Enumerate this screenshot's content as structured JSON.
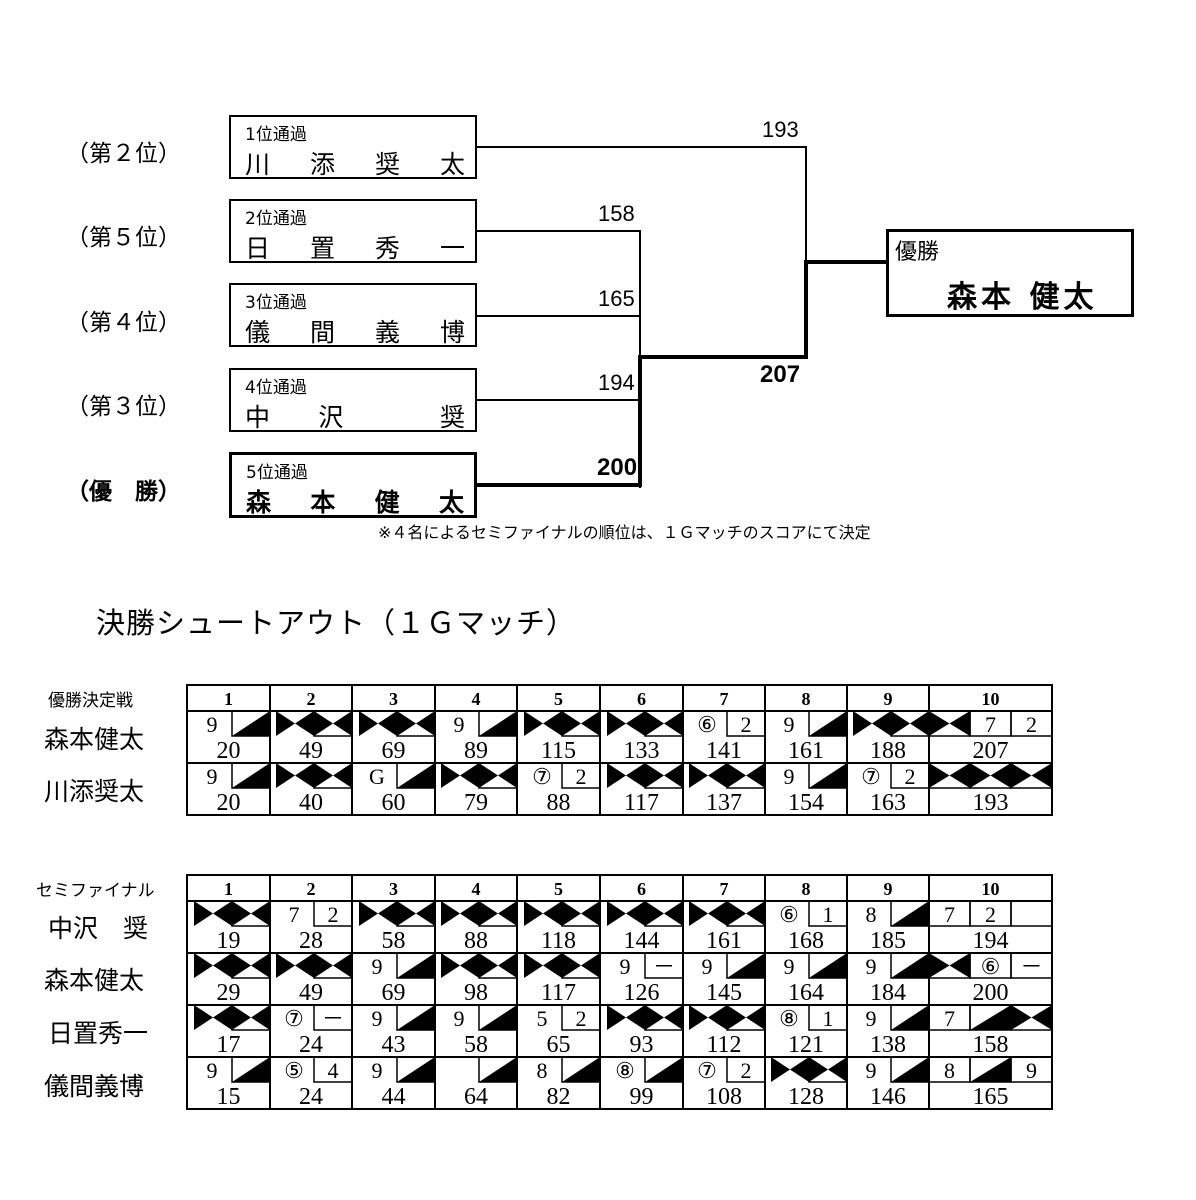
{
  "bracket": {
    "entries": [
      {
        "rank_label": "（第２位）",
        "qualifier": "1位通過",
        "name": [
          "川",
          "添",
          "奨",
          "太"
        ],
        "score": "193",
        "winner": false
      },
      {
        "rank_label": "（第５位）",
        "qualifier": "2位通過",
        "name": [
          "日",
          "置",
          "秀",
          "一"
        ],
        "score": "158",
        "winner": false
      },
      {
        "rank_label": "（第４位）",
        "qualifier": "3位通過",
        "name": [
          "儀",
          "間",
          "義",
          "博"
        ],
        "score": "165",
        "winner": false
      },
      {
        "rank_label": "（第３位）",
        "qualifier": "4位通過",
        "name": [
          "中",
          "沢",
          "",
          "奨"
        ],
        "score": "194",
        "winner": false
      },
      {
        "rank_label": "（優　勝）",
        "qualifier": "5位通過",
        "name": [
          "森",
          "本",
          "健",
          "太"
        ],
        "score": "200",
        "winner": true
      }
    ],
    "final_score": "207",
    "champion_label": "優勝",
    "champion_name": "森本 健太",
    "note": "※４名によるセミファイナルの順位は、１Ｇマッチのスコアにて決定"
  },
  "section_title": "決勝シュートアウト（１Ｇマッチ）",
  "games": [
    {
      "title": "優勝決定戦",
      "frame_numbers": [
        "1",
        "2",
        "3",
        "4",
        "5",
        "6",
        "7",
        "8",
        "9",
        "10"
      ],
      "players": [
        {
          "name": "森本健太",
          "frames": [
            {
              "b": [
                "9",
                "/"
              ],
              "t": "20"
            },
            {
              "b": [
                "",
                "X"
              ],
              "t": "49"
            },
            {
              "b": [
                "",
                "X"
              ],
              "t": "69"
            },
            {
              "b": [
                "9",
                "/"
              ],
              "t": "89"
            },
            {
              "b": [
                "",
                "X"
              ],
              "t": "115"
            },
            {
              "b": [
                "",
                "X"
              ],
              "t": "133"
            },
            {
              "b": [
                "⑥",
                "2"
              ],
              "t": "141"
            },
            {
              "b": [
                "9",
                "/"
              ],
              "t": "161"
            },
            {
              "b": [
                "",
                "X"
              ],
              "t": "188"
            },
            {
              "b": [
                "X",
                "7",
                "2"
              ],
              "t": "207"
            }
          ]
        },
        {
          "name": "川添奨太",
          "frames": [
            {
              "b": [
                "9",
                "/"
              ],
              "t": "20"
            },
            {
              "b": [
                "",
                "X"
              ],
              "t": "40"
            },
            {
              "b": [
                "G",
                "/"
              ],
              "t": "60"
            },
            {
              "b": [
                "",
                "X"
              ],
              "t": "79"
            },
            {
              "b": [
                "⑦",
                "2"
              ],
              "t": "88"
            },
            {
              "b": [
                "",
                "X"
              ],
              "t": "117"
            },
            {
              "b": [
                "",
                "X"
              ],
              "t": "137"
            },
            {
              "b": [
                "9",
                "/"
              ],
              "t": "154"
            },
            {
              "b": [
                "⑦",
                "2"
              ],
              "t": "163"
            },
            {
              "b": [
                "X",
                "X",
                "X"
              ],
              "t": "193"
            }
          ]
        }
      ]
    },
    {
      "title": "セミファイナル",
      "frame_numbers": [
        "1",
        "2",
        "3",
        "4",
        "5",
        "6",
        "7",
        "8",
        "9",
        "10"
      ],
      "players": [
        {
          "name": "中沢　奨",
          "frames": [
            {
              "b": [
                "",
                "X"
              ],
              "t": "19"
            },
            {
              "b": [
                "7",
                "2"
              ],
              "t": "28"
            },
            {
              "b": [
                "",
                "X"
              ],
              "t": "58"
            },
            {
              "b": [
                "",
                "X"
              ],
              "t": "88"
            },
            {
              "b": [
                "",
                "X"
              ],
              "t": "118"
            },
            {
              "b": [
                "",
                "X"
              ],
              "t": "144"
            },
            {
              "b": [
                "",
                "X"
              ],
              "t": "161"
            },
            {
              "b": [
                "⑥",
                "1"
              ],
              "t": "168"
            },
            {
              "b": [
                "8",
                "/"
              ],
              "t": "185"
            },
            {
              "b": [
                "7",
                "2",
                ""
              ],
              "t": "194"
            }
          ]
        },
        {
          "name": "森本健太",
          "frames": [
            {
              "b": [
                "",
                "X"
              ],
              "t": "29"
            },
            {
              "b": [
                "",
                "X"
              ],
              "t": "49"
            },
            {
              "b": [
                "9",
                "/"
              ],
              "t": "69"
            },
            {
              "b": [
                "",
                "X"
              ],
              "t": "98"
            },
            {
              "b": [
                "",
                "X"
              ],
              "t": "117"
            },
            {
              "b": [
                "9",
                "－"
              ],
              "t": "126"
            },
            {
              "b": [
                "9",
                "/"
              ],
              "t": "145"
            },
            {
              "b": [
                "9",
                "/"
              ],
              "t": "164"
            },
            {
              "b": [
                "9",
                "/"
              ],
              "t": "184"
            },
            {
              "b": [
                "X",
                "⑥",
                "－"
              ],
              "t": "200"
            }
          ]
        },
        {
          "name": "日置秀一",
          "frames": [
            {
              "b": [
                "",
                "X"
              ],
              "t": "17"
            },
            {
              "b": [
                "⑦",
                "－"
              ],
              "t": "24"
            },
            {
              "b": [
                "9",
                "/"
              ],
              "t": "43"
            },
            {
              "b": [
                "9",
                "/"
              ],
              "t": "58"
            },
            {
              "b": [
                "5",
                "2"
              ],
              "t": "65"
            },
            {
              "b": [
                "",
                "X"
              ],
              "t": "93"
            },
            {
              "b": [
                "",
                "X"
              ],
              "t": "112"
            },
            {
              "b": [
                "⑧",
                "1"
              ],
              "t": "121"
            },
            {
              "b": [
                "9",
                "/"
              ],
              "t": "138"
            },
            {
              "b": [
                "7",
                "/",
                "X"
              ],
              "t": "158"
            }
          ]
        },
        {
          "name": "儀間義博",
          "frames": [
            {
              "b": [
                "9",
                "/"
              ],
              "t": "15"
            },
            {
              "b": [
                "⑤",
                "4"
              ],
              "t": "24"
            },
            {
              "b": [
                "9",
                "/"
              ],
              "t": "44"
            },
            {
              "b": [
                "",
                "/"
              ],
              "t": "64"
            },
            {
              "b": [
                "8",
                "/"
              ],
              "t": "82"
            },
            {
              "b": [
                "⑧",
                "/"
              ],
              "t": "99"
            },
            {
              "b": [
                "⑦",
                "2"
              ],
              "t": "108"
            },
            {
              "b": [
                "",
                "X"
              ],
              "t": "128"
            },
            {
              "b": [
                "9",
                "/"
              ],
              "t": "146"
            },
            {
              "b": [
                "8",
                "/",
                "9"
              ],
              "t": "165"
            }
          ]
        }
      ]
    }
  ]
}
